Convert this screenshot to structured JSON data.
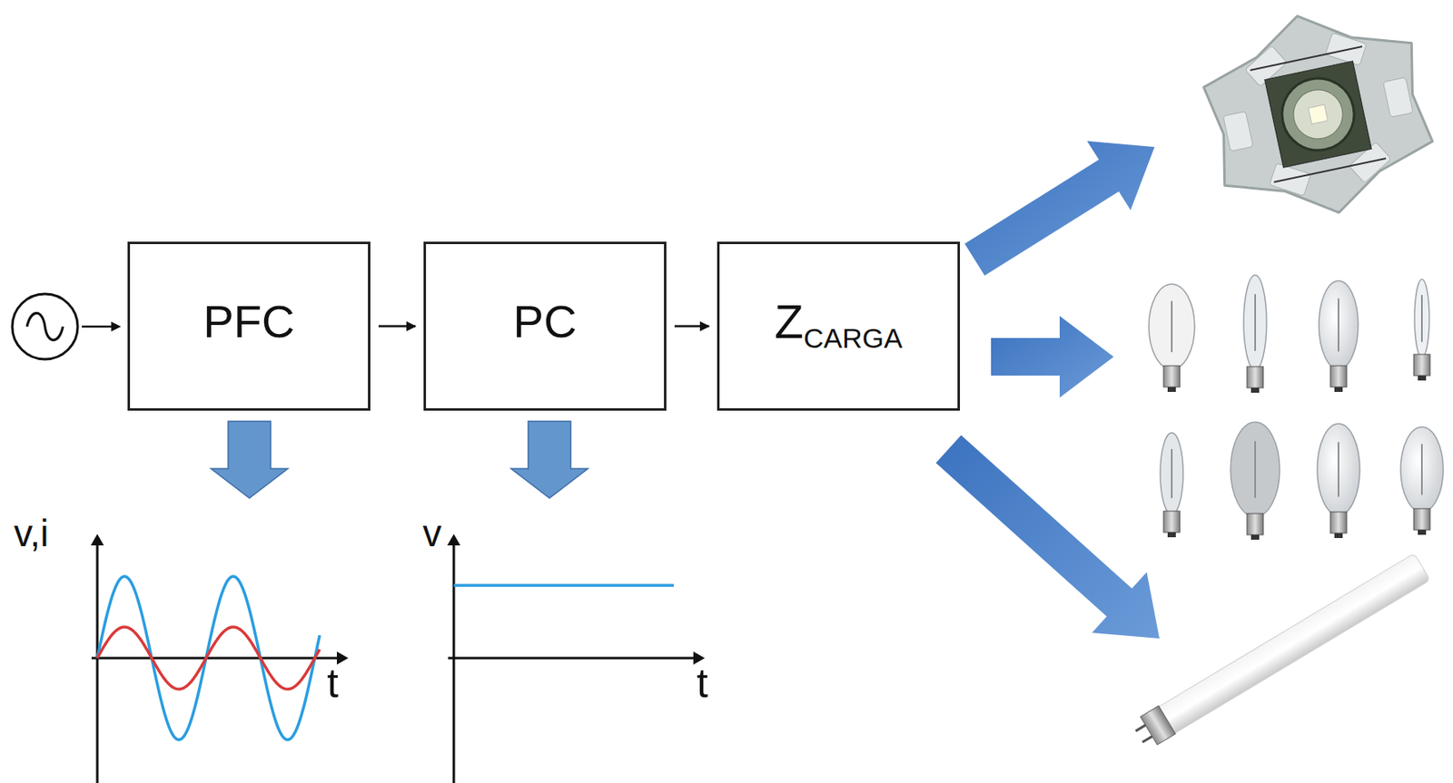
{
  "diagram": {
    "nodes": [
      {
        "text": [
          "PFC"
        ]
      },
      {
        "text": [
          "PC"
        ]
      },
      {
        "text": [
          "Z",
          "CARGA"
        ]
      }
    ],
    "edges": [
      {
        "from": 0,
        "to": 1,
        "arrow": "to"
      },
      {
        "from": 1,
        "to": 2,
        "arrow": "to"
      }
    ],
    "labels": [
      "v,i",
      "t",
      "v",
      "t"
    ]
  }
}
